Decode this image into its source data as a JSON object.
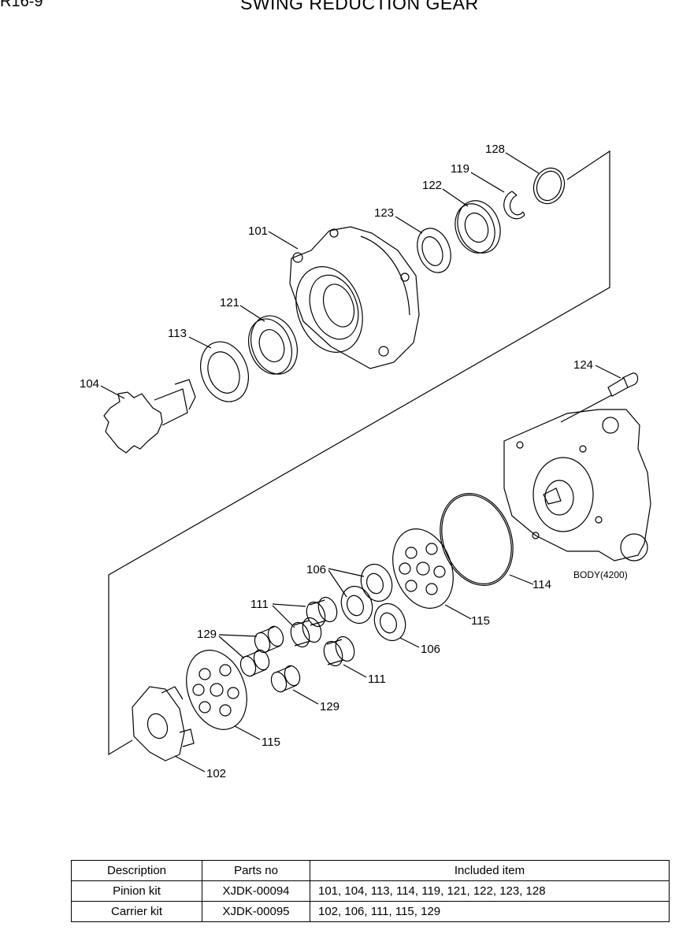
{
  "header": {
    "page_code": "R16-9",
    "title": "SWING REDUCTION GEAR"
  },
  "diagram": {
    "callouts": {
      "c128": "128",
      "c119": "119",
      "c122": "122",
      "c123": "123",
      "c101": "101",
      "c121": "121",
      "c113": "113",
      "c104": "104",
      "c124": "124",
      "body": "BODY(4200)",
      "c114": "114",
      "c106a": "106",
      "c115a": "115",
      "c111a": "111",
      "c106b": "106",
      "c129a": "129",
      "c111b": "111",
      "c129b": "129",
      "c115b": "115",
      "c102": "102"
    }
  },
  "table": {
    "headers": [
      "Description",
      "Parts no",
      "Included item"
    ],
    "rows": [
      [
        "Pinion kit",
        "XJDK-00094",
        "101, 104, 113, 114, 119, 121, 122, 123, 128"
      ],
      [
        "Carrier kit",
        "XJDK-00095",
        "102, 106, 111, 115, 129"
      ]
    ]
  }
}
